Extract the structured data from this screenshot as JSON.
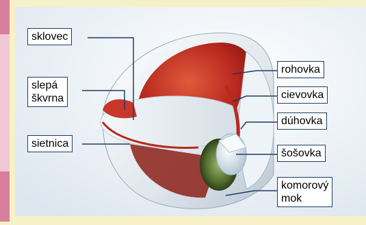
{
  "labels": {
    "sklovec": "sklovec",
    "slepa_skvrna": "slepá\nškvrna",
    "sietnica": "sietnica",
    "rohovka": "rohovka",
    "cievovka": "cievovka",
    "duhovka": "dúhovka",
    "sosovka": "šošovka",
    "komorovy_mok": "komorový\nmok"
  },
  "colors": {
    "background": "#f6f1c8",
    "panel": "#f2f6fb",
    "label_border": "#1c3d66",
    "leader_line": "#1c3d66",
    "sclera": "#e8edf2",
    "retina_red": "#c9362a",
    "lens": "#dde8f0",
    "iris_green": "#4f6b2e"
  }
}
